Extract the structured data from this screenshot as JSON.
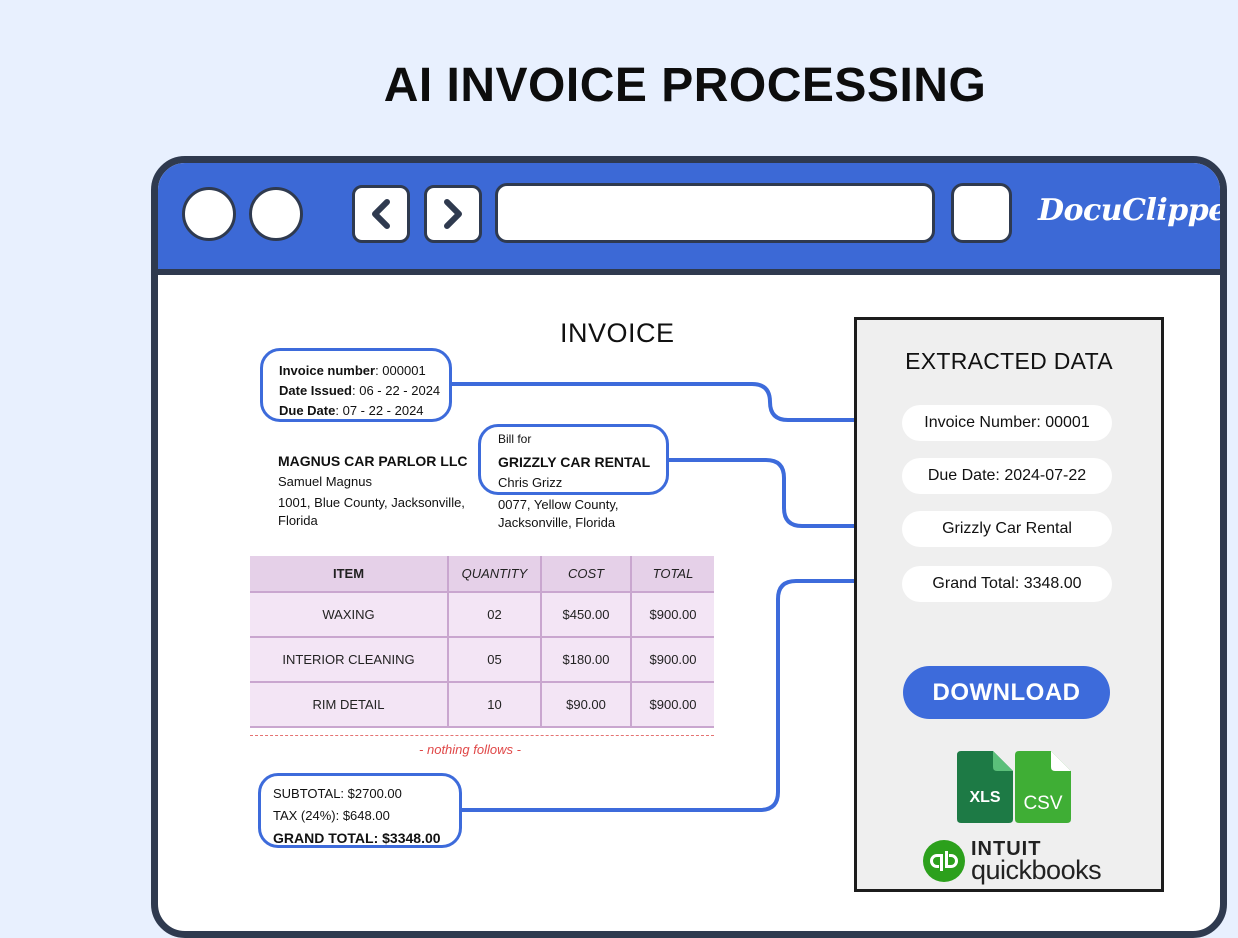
{
  "title": "AI INVOICE PROCESSING",
  "browser": {
    "brand": "DocuClipper"
  },
  "invoice": {
    "heading": "INVOICE",
    "meta": {
      "number_label": "Invoice number",
      "number_value": ": 000001",
      "issued_label": "Date Issued",
      "issued_value": ": 06 - 22 - 2024",
      "due_label": "Due Date",
      "due_value": ": 07 - 22 - 2024"
    },
    "from": {
      "company": "MAGNUS CAR PARLOR LLC",
      "person": "Samuel Magnus",
      "address_line1": "1001, Blue County, Jacksonville,",
      "address_line2": "Florida"
    },
    "bill_to": {
      "label": "Bill for",
      "company": "GRIZZLY CAR RENTAL",
      "person": "Chris Grizz",
      "address_line1": "0077, Yellow County,",
      "address_line2": "Jacksonville, Florida"
    },
    "table": {
      "headers": [
        "ITEM",
        "QUANTITY",
        "COST",
        "TOTAL"
      ],
      "rows": [
        [
          "WAXING",
          "02",
          "$450.00",
          "$900.00"
        ],
        [
          "INTERIOR CLEANING",
          "05",
          "$180.00",
          "$900.00"
        ],
        [
          "RIM DETAIL",
          "10",
          "$90.00",
          "$900.00"
        ]
      ]
    },
    "nothing_follows": "- nothing follows -",
    "totals": {
      "subtotal": "SUBTOTAL: $2700.00",
      "tax": "TAX (24%): $648.00",
      "grand_total": "GRAND TOTAL: $3348.00"
    }
  },
  "extracted": {
    "title": "EXTRACTED DATA",
    "fields": [
      "Invoice Number: 00001",
      "Due Date: 2024-07-22",
      "Grizzly Car Rental",
      "Grand Total: 3348.00"
    ],
    "download_label": "DOWNLOAD",
    "formats": {
      "xls": "XLS",
      "csv": "CSV"
    },
    "quickbooks": {
      "top": "INTUIT",
      "bottom": "quickbooks"
    }
  },
  "colors": {
    "background": "#e8f0fe",
    "accent_blue": "#3c69d6",
    "frame_dark": "#2f3a4f",
    "table_purple": "#e5d0e8",
    "xls_green": "#1d7a45",
    "csv_green": "#3fae35",
    "quickbooks_green": "#2ca01c"
  }
}
